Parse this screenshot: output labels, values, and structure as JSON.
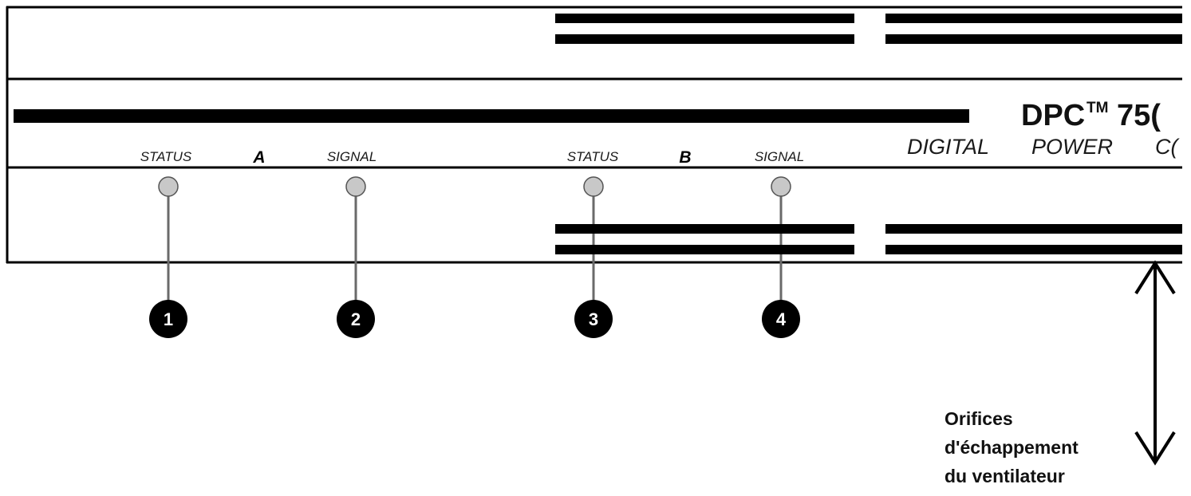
{
  "front_panel": {
    "channel_a": {
      "status_label": "STATUS",
      "letter": "A",
      "signal_label": "SIGNAL"
    },
    "channel_b": {
      "status_label": "STATUS",
      "letter": "B",
      "signal_label": "SIGNAL"
    },
    "model_name": "DPC",
    "trademark": "TM",
    "model_number": "75(",
    "brand_words": {
      "digital": "DIGITAL",
      "power": "POWER",
      "co": "C("
    }
  },
  "callouts": [
    "1",
    "2",
    "3",
    "4"
  ],
  "fan_exhaust_label": [
    "Orifices",
    "d'échappement",
    "du ventilateur"
  ],
  "colors": {
    "ink": "#000000",
    "led_fill": "#c8c8c8",
    "led_stroke": "#555555",
    "leader_line": "#6a6a6a",
    "background": "#ffffff"
  }
}
